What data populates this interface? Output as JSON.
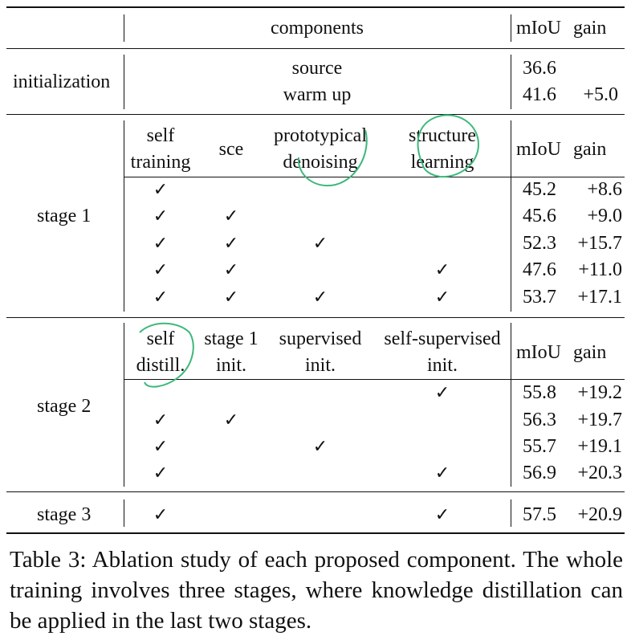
{
  "header": {
    "components": "components",
    "miou": "mIoU",
    "gain": "gain"
  },
  "init": {
    "label": "initialization",
    "rows": [
      {
        "name": "source",
        "miou": "36.6",
        "gain": ""
      },
      {
        "name": "warm up",
        "miou": "41.6",
        "gain": "+5.0"
      }
    ]
  },
  "stage1": {
    "label": "stage 1",
    "cols": [
      {
        "line1": "self",
        "line2": "training"
      },
      {
        "line1": "sce",
        "line2": ""
      },
      {
        "line1": "prototypical",
        "line2": "denoising"
      },
      {
        "line1": "structure",
        "line2": "learning"
      }
    ],
    "miou_h": "mIoU",
    "gain_h": "gain",
    "rows": [
      {
        "checks": [
          true,
          false,
          false,
          false
        ],
        "miou": "45.2",
        "gain": "+8.6"
      },
      {
        "checks": [
          true,
          true,
          false,
          false
        ],
        "miou": "45.6",
        "gain": "+9.0"
      },
      {
        "checks": [
          true,
          true,
          true,
          false
        ],
        "miou": "52.3",
        "gain": "+15.7"
      },
      {
        "checks": [
          true,
          true,
          false,
          true
        ],
        "miou": "47.6",
        "gain": "+11.0"
      },
      {
        "checks": [
          true,
          true,
          true,
          true
        ],
        "miou": "53.7",
        "gain": "+17.1"
      }
    ]
  },
  "stage2": {
    "label": "stage 2",
    "cols": [
      {
        "line1": "self",
        "line2": "distill."
      },
      {
        "line1": "stage 1",
        "line2": "init."
      },
      {
        "line1": "supervised",
        "line2": "init."
      },
      {
        "line1": "self-supervised",
        "line2": "init."
      }
    ],
    "miou_h": "mIoU",
    "gain_h": "gain",
    "rows": [
      {
        "checks": [
          false,
          false,
          false,
          true
        ],
        "miou": "55.8",
        "gain": "+19.2"
      },
      {
        "checks": [
          true,
          true,
          false,
          false
        ],
        "miou": "56.3",
        "gain": "+19.7"
      },
      {
        "checks": [
          true,
          false,
          true,
          false
        ],
        "miou": "55.7",
        "gain": "+19.1"
      },
      {
        "checks": [
          true,
          false,
          false,
          true
        ],
        "miou": "56.9",
        "gain": "+20.3"
      }
    ]
  },
  "stage3": {
    "label": "stage 3",
    "checks": [
      true,
      false,
      false,
      true
    ],
    "miou": "57.5",
    "gain": "+20.9"
  },
  "check_symbol": "✓",
  "caption": "Table 3: Ablation study of each proposed component. The whole training involves three stages, where knowledge distillation can be applied in the last two stages.",
  "colors": {
    "ink": "#111111",
    "annotation": "#3cb87a"
  }
}
